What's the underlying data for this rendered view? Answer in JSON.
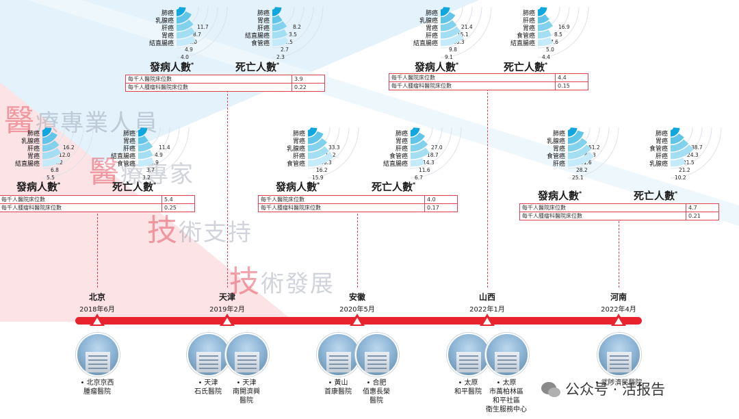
{
  "colors": {
    "accent_red": "#e8232e",
    "table_border": "#e0414f",
    "bar_dark": "#0fa7dd",
    "bar_light": "#cfeefa",
    "bg_blue": "#e3f2fb",
    "bg_pink": "#fbe3e6"
  },
  "watermark": {
    "lines": [
      {
        "first": "醫",
        "rest": "療專業人員"
      },
      {
        "first": "醫",
        "rest": "療專家"
      },
      {
        "first": "技",
        "rest": "術支持"
      },
      {
        "first": "技",
        "rest": "術發展"
      }
    ]
  },
  "chart_data": [
    {
      "type": "bar",
      "group": "北京",
      "label": "發病人數",
      "mark": "*",
      "categories": [
        "肺癌",
        "乳腺癌",
        "肝癌",
        "胃癌",
        "結直腸癌"
      ],
      "value_labels": [
        "16.2",
        "12.0",
        "8.2",
        "6.8",
        "5.5"
      ],
      "values": [
        16.2,
        12.0,
        8.2,
        6.8,
        5.5
      ]
    },
    {
      "type": "bar",
      "group": "北京",
      "label": "死亡人數",
      "mark": "*",
      "categories": [
        "肺癌",
        "胃癌",
        "肝癌",
        "結直腸癌",
        "食管癌"
      ],
      "value_labels": [
        "11.4",
        "4.9",
        "4.9",
        "3.7",
        "3.2"
      ],
      "values": [
        11.4,
        4.9,
        4.9,
        3.7,
        3.2
      ]
    },
    {
      "type": "bar",
      "group": "天津",
      "label": "發病人數",
      "mark": "*",
      "categories": [
        "肺癌",
        "乳腺癌",
        "肝癌",
        "胃癌",
        "結直腸癌"
      ],
      "value_labels": [
        "11.7",
        "8.7",
        "6.0",
        "4.9",
        "4.0"
      ],
      "values": [
        11.7,
        8.7,
        6.0,
        4.9,
        4.0
      ]
    },
    {
      "type": "bar",
      "group": "天津",
      "label": "死亡人數",
      "mark": "*",
      "categories": [
        "肺癌",
        "胃癌",
        "肝癌",
        "結直腸癌",
        "食管癌"
      ],
      "value_labels": [
        "8.2",
        "3.5",
        "3.5",
        "2.7",
        "2.3"
      ],
      "values": [
        8.2,
        3.5,
        3.5,
        2.7,
        2.3
      ]
    },
    {
      "type": "bar",
      "group": "安徽",
      "label": "發病人數",
      "mark": "*",
      "categories": [
        "肺癌",
        "胃癌",
        "乳腺癌",
        "肝癌",
        "食管癌"
      ],
      "value_labels": [
        "33.3",
        "26.2",
        "20.3",
        "16.2",
        "15.9"
      ],
      "values": [
        33.3,
        26.2,
        20.3,
        16.2,
        15.9
      ]
    },
    {
      "type": "bar",
      "group": "安徽",
      "label": "死亡人數",
      "mark": "*",
      "categories": [
        "肺癌",
        "胃癌",
        "肝癌",
        "食管癌",
        "結直腸癌"
      ],
      "value_labels": [
        "27.0",
        "18.7",
        "14.3",
        "11.6",
        "6.7"
      ],
      "values": [
        27.0,
        18.7,
        14.3,
        11.6,
        6.7
      ]
    },
    {
      "type": "bar",
      "group": "山西",
      "label": "發病人數",
      "mark": "*",
      "categories": [
        "肺癌",
        "乳腺癌",
        "胃癌",
        "肝癌",
        "結直腸癌"
      ],
      "value_labels": [
        "21.4",
        "15.1",
        "10.3",
        "9.8",
        "9.1"
      ],
      "values": [
        21.4,
        15.1,
        10.3,
        9.8,
        9.1
      ]
    },
    {
      "type": "bar",
      "group": "山西",
      "label": "死亡人數",
      "mark": "*",
      "categories": [
        "肺癌",
        "肝癌",
        "胃癌",
        "食管癌",
        "結直腸癌"
      ],
      "value_labels": [
        "16.9",
        "8.5",
        "7.6",
        "5.0",
        "4.4"
      ],
      "values": [
        16.9,
        8.5,
        7.6,
        5.0,
        4.4
      ]
    },
    {
      "type": "bar",
      "group": "河南",
      "label": "發病人數",
      "mark": "*",
      "categories": [
        "肺癌",
        "乳腺癌",
        "胃癌",
        "食管癌",
        "肝癌"
      ],
      "value_labels": [
        "51.2",
        "43.3",
        "31.6",
        "28.2",
        "25.1"
      ],
      "values": [
        51.2,
        43.3,
        31.6,
        28.2,
        25.1
      ]
    },
    {
      "type": "bar",
      "group": "河南",
      "label": "死亡人數",
      "mark": "*",
      "categories": [
        "肺癌",
        "胃癌",
        "食管癌",
        "肝癌",
        "乳腺癌"
      ],
      "value_labels": [
        "38.7",
        "24.3",
        "21.5",
        "21.2",
        "10.2"
      ],
      "values": [
        38.7,
        24.3,
        21.5,
        21.2,
        10.2
      ]
    }
  ],
  "ratio_tables": [
    {
      "group": "北京",
      "rows": [
        {
          "label": "每千人醫院床位數",
          "value": "5.4"
        },
        {
          "label": "每千人腫瘤科醫院床位數",
          "value": "0.25"
        }
      ]
    },
    {
      "group": "天津",
      "rows": [
        {
          "label": "每千人醫院床位數",
          "value": "3.9"
        },
        {
          "label": "每千人腫瘤科醫院床位數",
          "value": "0.22"
        }
      ]
    },
    {
      "group": "安徽",
      "rows": [
        {
          "label": "每千人醫院床位數",
          "value": "4.0"
        },
        {
          "label": "每千人腫瘤科醫院床位數",
          "value": "0.17"
        }
      ]
    },
    {
      "group": "山西",
      "rows": [
        {
          "label": "每千人醫院床位數",
          "value": "4.4"
        },
        {
          "label": "每千人腫瘤科醫院床位數",
          "value": "0.15"
        }
      ]
    },
    {
      "group": "河南",
      "rows": [
        {
          "label": "每千人醫院床位數",
          "value": "4.7"
        },
        {
          "label": "每千人腫瘤科醫院床位數",
          "value": "0.21"
        }
      ]
    }
  ],
  "timeline": [
    {
      "city": "北京",
      "date": "2018年6月",
      "hospitals": [
        [
          "• 北京京西",
          "腫瘤醫院"
        ]
      ]
    },
    {
      "city": "天津",
      "date": "2019年2月",
      "hospitals": [
        [
          "• 天津",
          "石氏醫院"
        ],
        [
          "• 天津",
          "南開濟興",
          "醫院"
        ]
      ]
    },
    {
      "city": "安徽",
      "date": "2020年5月",
      "hospitals": [
        [
          "• 黃山",
          "首康醫院"
        ],
        [
          "• 合肥",
          "佰惠長榮",
          "醫院"
        ]
      ]
    },
    {
      "city": "山西",
      "date": "2022年1月",
      "hospitals": [
        [
          "• 太原",
          "和平醫院"
        ],
        [
          "• 太原",
          "市萬柏林區",
          "和平社區",
          "衛生服務中心"
        ]
      ]
    },
    {
      "city": "河南",
      "date": "2022年4月",
      "hospitals": [
        [
          "• 武陟濟民醫院"
        ]
      ]
    }
  ],
  "footer": {
    "text": "公众号 · 活报告"
  }
}
